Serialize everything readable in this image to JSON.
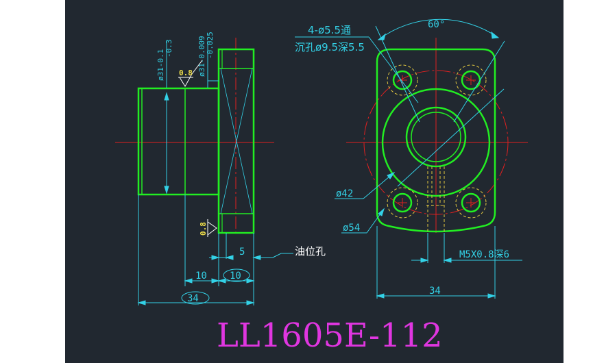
{
  "colors": {
    "background": "#212830",
    "outline": "#22ee22",
    "dimension": "#33d1e6",
    "centerline": "#e02020",
    "hidden": "#e2c840",
    "title": "#e036e0"
  },
  "side_view": {
    "tol_outer": "ø31-0.1",
    "tol_outer_lower": "-0.3",
    "tol_flange": "ø31-0.009",
    "tol_flange_lower": "-0.025",
    "roughness_top": "0.8",
    "roughness_left": "0.8",
    "dim_5": "5",
    "dim_10a": "10",
    "dim_10b": "10",
    "dim_34": "34",
    "oil_hole_label": "油位孔"
  },
  "front_view": {
    "hole_note_1": "4-ø5.5通",
    "hole_note_2": "沉孔ø9.5深5.5",
    "angle": "60°",
    "dia_42": "ø42",
    "dia_54": "ø54",
    "thread_note": "M5X0.8深6",
    "width_34": "34"
  },
  "title": "LL1605E-112"
}
